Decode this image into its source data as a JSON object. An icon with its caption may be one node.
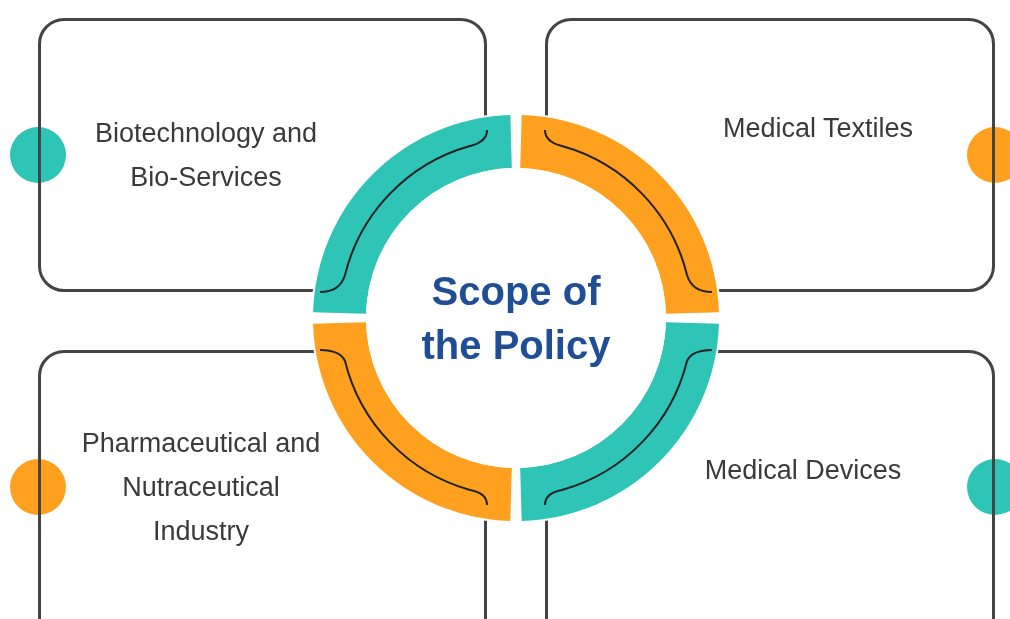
{
  "diagram": {
    "nodes": [
      {
        "text": [
          "Biotechnology and Bio-Services"
        ]
      },
      {
        "text": [
          "Medical Textiles"
        ]
      },
      {
        "text": [
          "Scope of the Policy"
        ]
      },
      {
        "text": [
          "Pharmaceutical and Nutraceutical Industry"
        ]
      },
      {
        "text": [
          "Medical Devices"
        ]
      }
    ]
  }
}
